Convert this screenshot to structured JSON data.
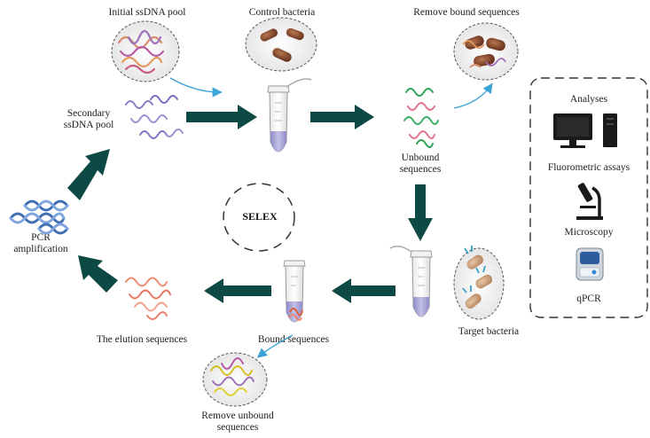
{
  "labels": {
    "initial_pool": "Initial ssDNA pool",
    "control_bacteria": "Control bacteria",
    "remove_bound": "Remove bound sequences",
    "secondary_pool_line1": "Secondary",
    "secondary_pool_line2": "ssDNA pool",
    "unbound_line1": "Unbound",
    "unbound_line2": "sequences",
    "selex": "SELEX",
    "pcr_line1": "PCR",
    "pcr_line2": "amplification",
    "elution": "The elution sequences",
    "bound": "Bound sequences",
    "target_bacteria": "Target bacteria",
    "remove_unbound_line1": "Remove unbound",
    "remove_unbound_line2": "sequences"
  },
  "analyses": {
    "title": "Analyses",
    "items": [
      "Fluorometric assays",
      "Microscopy",
      "qPCR"
    ]
  },
  "colors": {
    "arrow_dark": "#0e4a45",
    "arrow_light": "#3ba3d6",
    "liquid": "#a9a6d6",
    "bacteria": "#8a4a2c"
  }
}
